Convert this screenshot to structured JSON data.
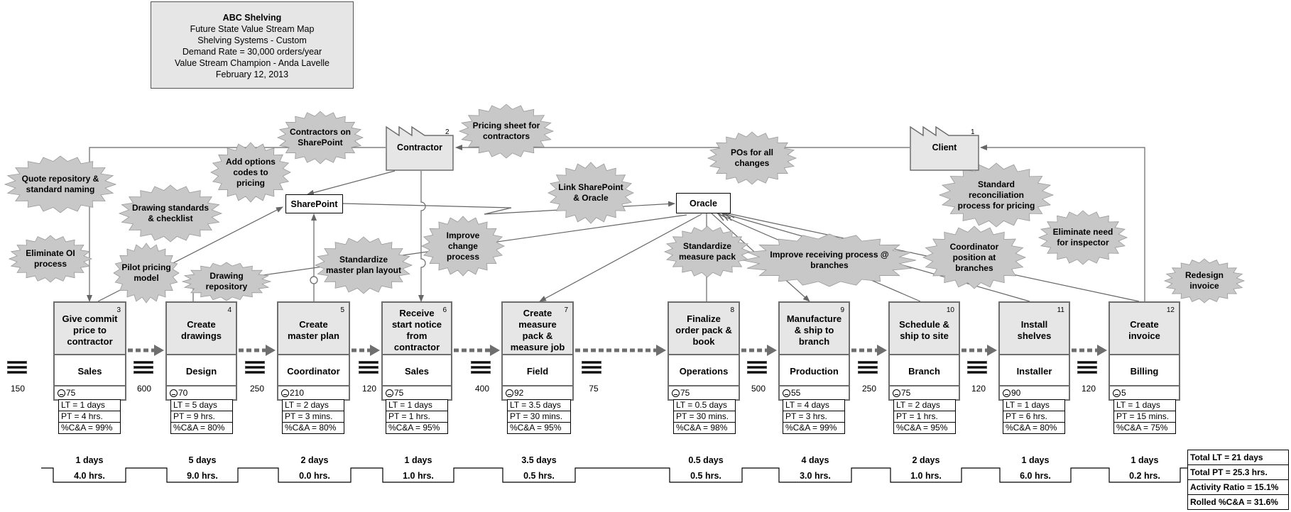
{
  "header": {
    "company": "ABC Shelving",
    "map_type": "Future State Value Stream Map",
    "product": "Shelving Systems - Custom",
    "demand": "Demand Rate = 30,000 orders/year",
    "champion": "Value Stream Champion - Anda Lavelle",
    "date": "February 12, 2013"
  },
  "external": {
    "contractor": {
      "label": "Contractor",
      "num": "2"
    },
    "client": {
      "label": "Client",
      "num": "1"
    }
  },
  "systems": {
    "sharepoint": "SharePoint",
    "oracle": "Oracle"
  },
  "processes": [
    {
      "num": "3",
      "name": "Give commit price to contractor",
      "role": "Sales",
      "ops": "75",
      "lt": "LT = 1 days",
      "pt": "PT = 4 hrs.",
      "ca": "%C&A = 99%"
    },
    {
      "num": "4",
      "name": "Create drawings",
      "role": "Design",
      "ops": "70",
      "lt": "LT = 5 days",
      "pt": "PT = 9 hrs.",
      "ca": "%C&A = 80%"
    },
    {
      "num": "5",
      "name": "Create master plan",
      "role": "Coordinator",
      "ops": "210",
      "lt": "LT = 2 days",
      "pt": "PT = 3 mins.",
      "ca": "%C&A = 80%"
    },
    {
      "num": "6",
      "name": "Receive start notice from contractor",
      "role": "Sales",
      "ops": "75",
      "lt": "LT = 1 days",
      "pt": "PT = 1 hrs.",
      "ca": "%C&A = 95%"
    },
    {
      "num": "7",
      "name": "Create measure pack & measure job",
      "role": "Field",
      "ops": "92",
      "lt": "LT = 3.5 days",
      "pt": "PT = 30 mins.",
      "ca": "%C&A = 95%"
    },
    {
      "num": "8",
      "name": "Finalize order pack & book",
      "role": "Operations",
      "ops": "75",
      "lt": "LT = 0.5 days",
      "pt": "PT = 30 mins.",
      "ca": "%C&A = 98%"
    },
    {
      "num": "9",
      "name": "Manufacture & ship to branch",
      "role": "Production",
      "ops": "55",
      "lt": "LT = 4 days",
      "pt": "PT = 3 hrs.",
      "ca": "%C&A = 99%"
    },
    {
      "num": "10",
      "name": "Schedule & ship to site",
      "role": "Branch",
      "ops": "75",
      "lt": "LT = 2 days",
      "pt": "PT = 1 hrs.",
      "ca": "%C&A = 95%"
    },
    {
      "num": "11",
      "name": "Install shelves",
      "role": "Installer",
      "ops": "90",
      "lt": "LT = 1 days",
      "pt": "PT = 6 hrs.",
      "ca": "%C&A = 80%"
    },
    {
      "num": "12",
      "name": "Create invoice",
      "role": "Billing",
      "ops": "5",
      "lt": "LT = 1 days",
      "pt": "PT = 15 mins.",
      "ca": "%C&A = 75%"
    }
  ],
  "inventory": [
    "150",
    "600",
    "250",
    "120",
    "400",
    "75",
    "500",
    "250",
    "120",
    "120"
  ],
  "kaizen": [
    "Quote repository & standard naming",
    "Contractors on SharePoint",
    "Pricing sheet for contractors",
    "Add options codes to pricing",
    "Drawing standards & checklist",
    "Eliminate OI process",
    "Pilot pricing model",
    "Drawing repository",
    "Standardize master plan layout",
    "Improve change process",
    "Link SharePoint & Oracle",
    "POs for all changes",
    "Standardize measure pack",
    "Improve receiving process @ branches",
    "Standard reconciliation process for pricing",
    "Coordinator position at branches",
    "Eliminate need for inspector",
    "Redesign invoice"
  ],
  "timeline": {
    "days": [
      "1 days",
      "5 days",
      "2 days",
      "1 days",
      "3.5 days",
      "0.5 days",
      "4 days",
      "2 days",
      "1 days",
      "1 days"
    ],
    "hrs": [
      "4.0 hrs.",
      "9.0 hrs.",
      "0.0 hrs.",
      "1.0 hrs.",
      "0.5 hrs.",
      "0.5 hrs.",
      "3.0 hrs.",
      "1.0 hrs.",
      "6.0 hrs.",
      "0.2 hrs."
    ]
  },
  "totals": {
    "lt": "Total LT = 21 days",
    "pt": "Total PT = 25.3 hrs.",
    "ar": "Activity Ratio = 15.1%",
    "ca": "Rolled %C&A = 31.6%"
  },
  "colors": {
    "box_fill": "#e6e6e6",
    "burst_fill": "#c8c8c8",
    "border": "#6e6e6e"
  }
}
